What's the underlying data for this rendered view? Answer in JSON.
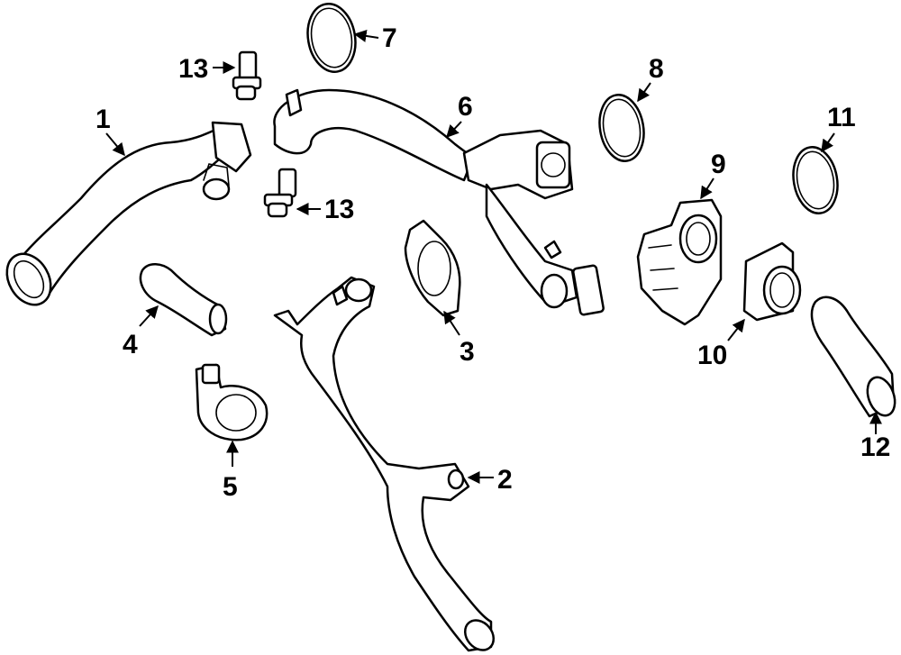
{
  "diagram": {
    "callouts": [
      {
        "id": "c1",
        "label": "1"
      },
      {
        "id": "c2",
        "label": "2"
      },
      {
        "id": "c3",
        "label": "3"
      },
      {
        "id": "c4",
        "label": "4"
      },
      {
        "id": "c5",
        "label": "5"
      },
      {
        "id": "c6",
        "label": "6"
      },
      {
        "id": "c7",
        "label": "7"
      },
      {
        "id": "c8",
        "label": "8"
      },
      {
        "id": "c9",
        "label": "9"
      },
      {
        "id": "c10",
        "label": "10"
      },
      {
        "id": "c11",
        "label": "11"
      },
      {
        "id": "c12",
        "label": "12"
      },
      {
        "id": "c13a",
        "label": "13"
      },
      {
        "id": "c13b",
        "label": "13"
      }
    ],
    "colors": {
      "line": "#000000",
      "background": "#ffffff"
    }
  }
}
